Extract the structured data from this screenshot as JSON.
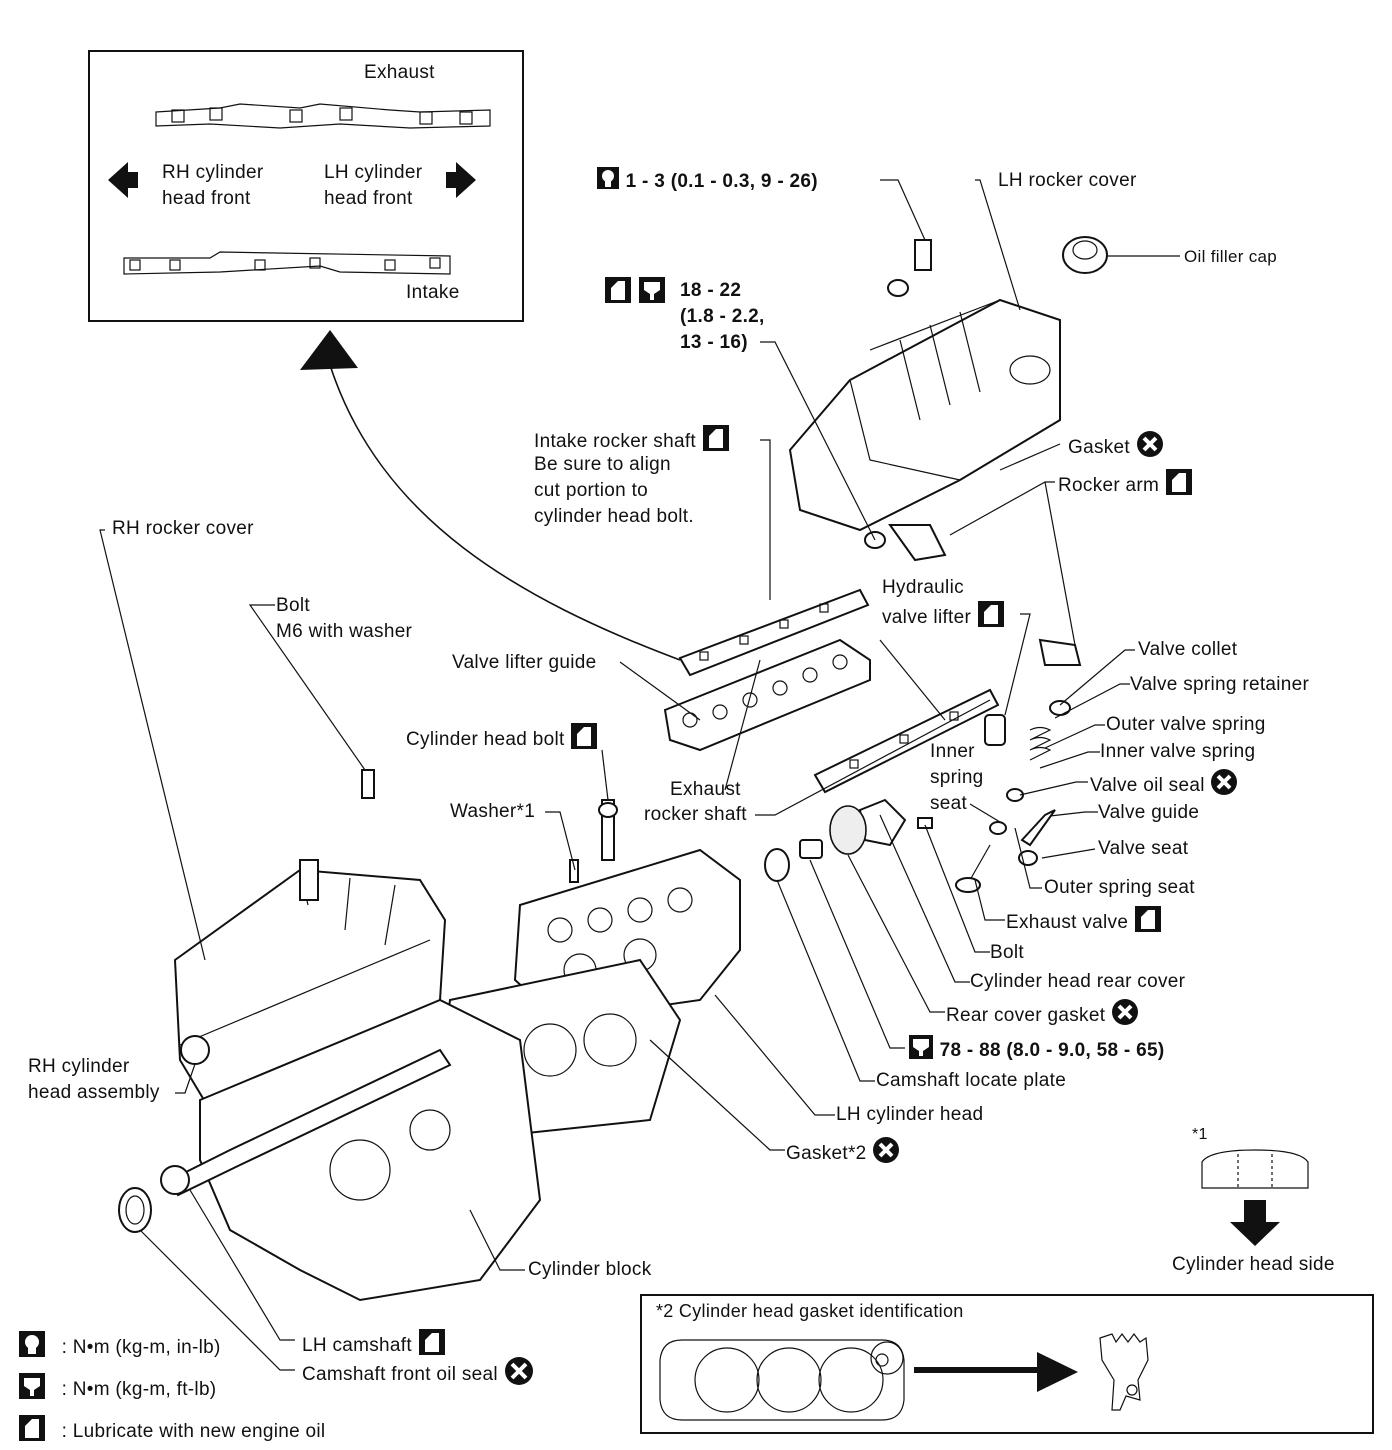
{
  "inset": {
    "exhaust": "Exhaust",
    "intake": "Intake",
    "rh_front_1": "RH cylinder",
    "rh_front_2": "head front",
    "lh_front_1": "LH cylinder",
    "lh_front_2": "head front"
  },
  "torque": {
    "t1": "1 - 3 (0.1 - 0.3, 9 - 26)",
    "t2_1": "18 - 22",
    "t2_2": "(1.8 - 2.2,",
    "t2_3": "13 - 16)",
    "t3": "78 - 88 (8.0 - 9.0, 58 - 65)"
  },
  "labels": {
    "lh_rocker_cover": "LH rocker cover",
    "oil_filler_cap": "Oil filler cap",
    "gasket": "Gasket",
    "rocker_arm": "Rocker arm",
    "intake_rocker_1": "Intake rocker shaft",
    "intake_rocker_2": "Be sure to align",
    "intake_rocker_3": "cut portion to",
    "intake_rocker_4": "cylinder head bolt.",
    "rh_rocker_cover": "RH rocker cover",
    "bolt_1": "Bolt",
    "bolt_2": "M6 with washer",
    "hydraulic_1": "Hydraulic",
    "hydraulic_2": "valve lifter",
    "valve_lifter_guide": "Valve lifter guide",
    "valve_collet": "Valve collet",
    "valve_spring_retainer": "Valve spring retainer",
    "outer_valve_spring": "Outer valve spring",
    "inner_valve_spring": "Inner valve spring",
    "valve_oil_seal": "Valve oil seal",
    "valve_guide": "Valve guide",
    "valve_seat": "Valve seat",
    "outer_spring_seat": "Outer spring seat",
    "exhaust_valve": "Exhaust valve",
    "inner_1": "Inner",
    "inner_2": "spring",
    "inner_3": "seat",
    "cyl_head_bolt": "Cylinder head bolt",
    "washer": "Washer*1",
    "exhaust_rocker_1": "Exhaust",
    "exhaust_rocker_2": "rocker shaft",
    "bolt": "Bolt",
    "cyl_head_rear_cover": "Cylinder head rear cover",
    "rear_cover_gasket": "Rear cover gasket",
    "camshaft_locate_plate": "Camshaft locate plate",
    "lh_cylinder_head": "LH cylinder head",
    "gasket2": "Gasket*2",
    "rh_assembly_1": "RH cylinder",
    "rh_assembly_2": "head assembly",
    "cylinder_block": "Cylinder block",
    "lh_camshaft": "LH camshaft",
    "camshaft_front_oil_seal": "Camshaft front oil seal"
  },
  "note1": {
    "mark": "*1",
    "caption": "Cylinder head side"
  },
  "note2": {
    "title": "*2 Cylinder head gasket identification"
  },
  "legend": [
    {
      "icon": "torque-in-lb-icon",
      "text": ": N•m (kg-m, in-lb)"
    },
    {
      "icon": "torque-ft-lb-icon",
      "text": ": N•m (kg-m, ft-lb)"
    },
    {
      "icon": "oil-can-icon",
      "text": ": Lubricate with new engine oil"
    }
  ],
  "colors": {
    "ink": "#111111",
    "paper": "#ffffff"
  }
}
